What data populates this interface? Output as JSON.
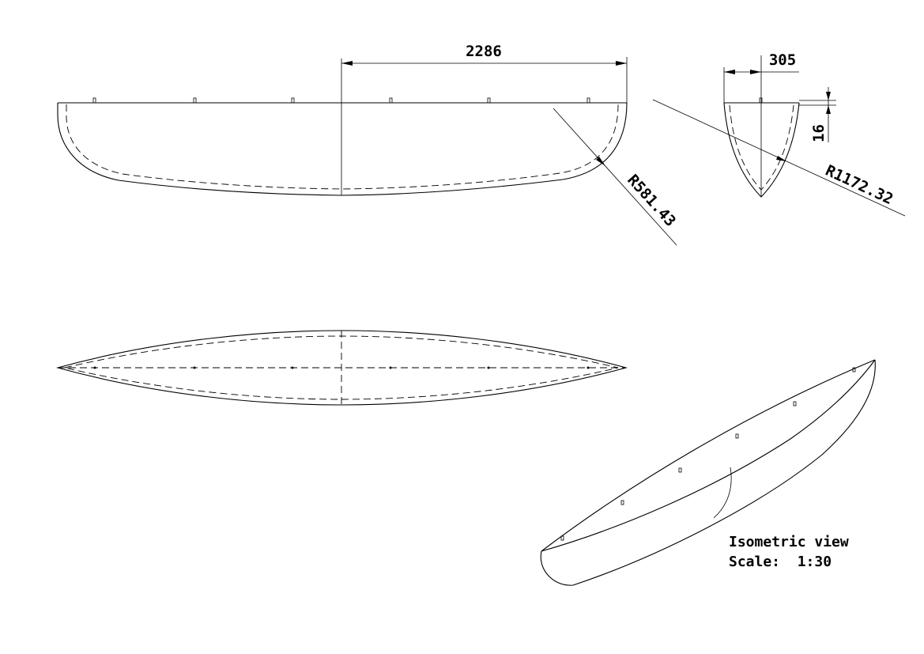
{
  "dimensions": {
    "length": "2286",
    "beam": "305",
    "deck_thickness": "16",
    "side_radius": "R581.43",
    "section_radius": "R1172.32"
  },
  "notes": {
    "view_label": "Isometric view",
    "scale_label": "Scale:  1:30"
  }
}
